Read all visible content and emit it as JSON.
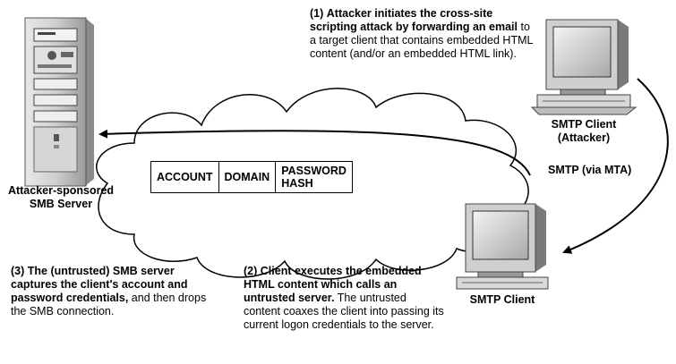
{
  "step1": {
    "number": "(1)",
    "bold": "Attacker initiates the cross-site scripting attack by forwarding an email",
    "rest": "to a target client that contains embedded HTML content (and/or an embedded HTML link)."
  },
  "step2": {
    "number": "(2)",
    "bold": "Client executes the embedded HTML content which calls an untrusted server.",
    "rest": "The untrusted content coaxes the client into passing its current logon credentials to the server."
  },
  "step3": {
    "number": "(3)",
    "bold": "The (untrusted) SMB server captures the client's account and password credentials,",
    "rest": "and then drops the SMB connection."
  },
  "nodes": {
    "server_label": "Attacker-sponsored SMB Server",
    "attacker_label_1": "SMTP Client",
    "attacker_label_2": "(Attacker)",
    "client_label": "SMTP Client"
  },
  "edge_label": "SMTP (via MTA)",
  "packet_fields": [
    "ACCOUNT",
    "DOMAIN",
    "PASSWORD HASH"
  ]
}
